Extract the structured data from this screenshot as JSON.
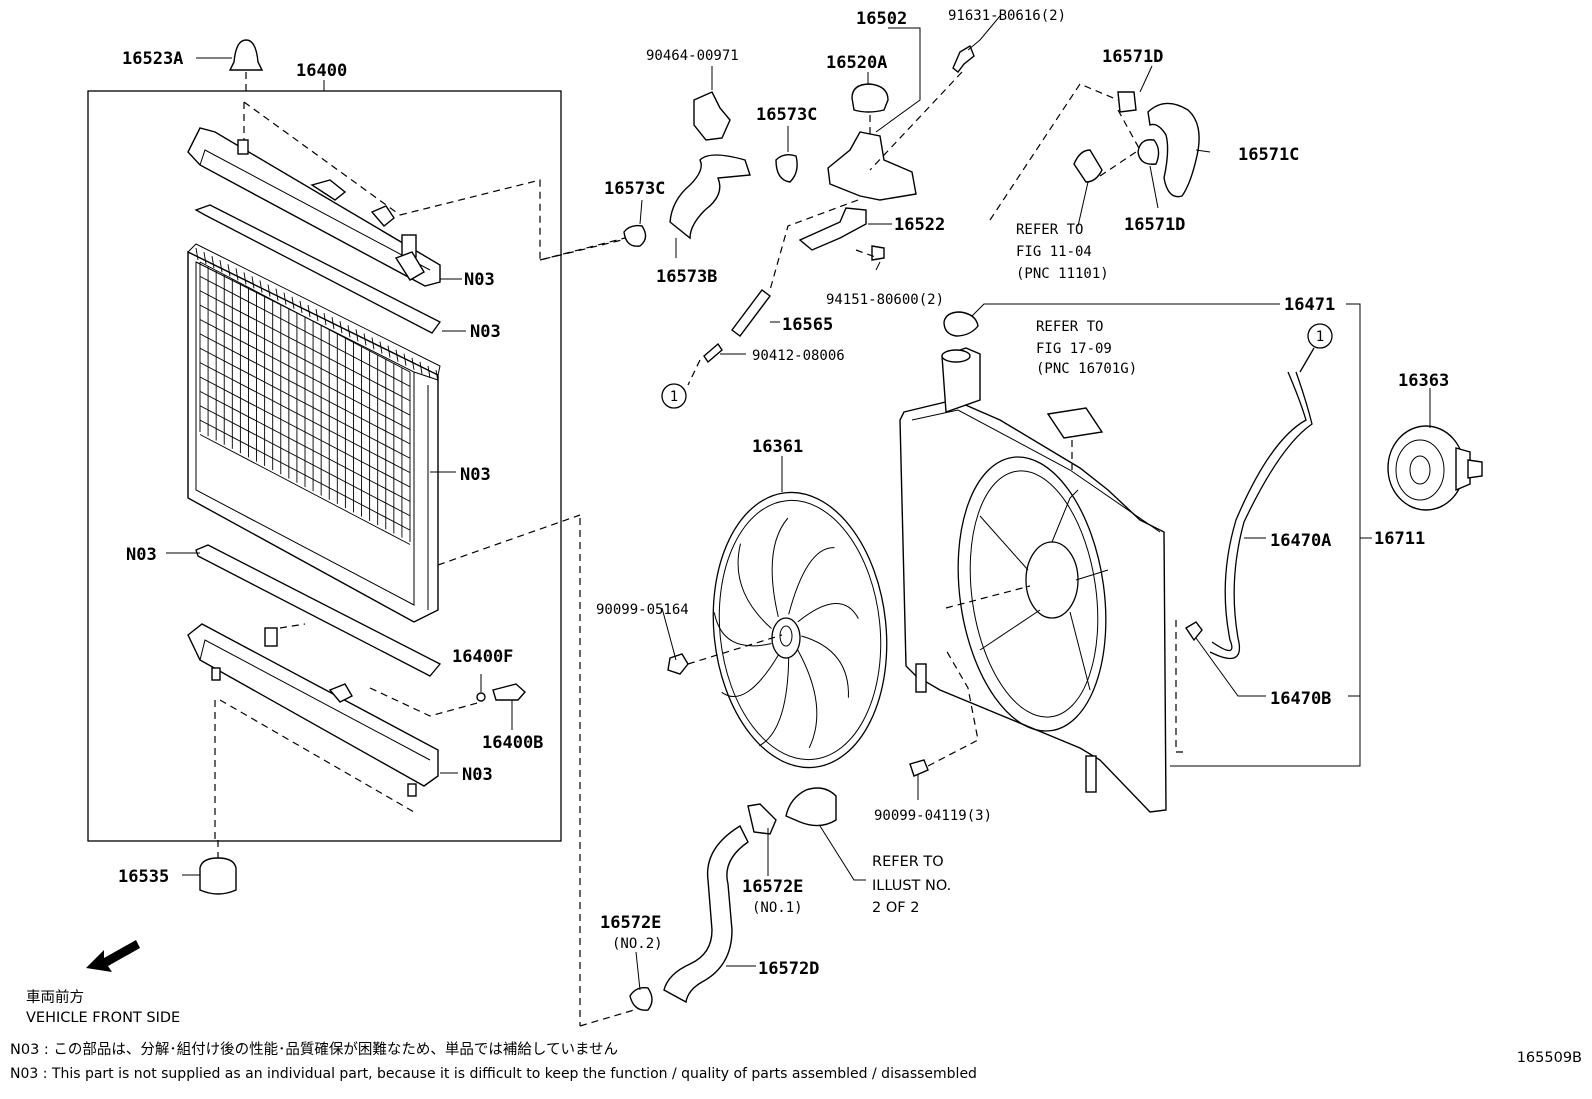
{
  "figure_id": "165509B",
  "labels": {
    "p16523A": "16523A",
    "p16400": "16400",
    "p16502": "16502",
    "p91631": "91631-B0616(2)",
    "p90464": "90464-00971",
    "p16520A": "16520A",
    "p16573C_top": "16573C",
    "p16573C_left": "16573C",
    "p16571D_top": "16571D",
    "p16571C": "16571C",
    "p16571D_bot": "16571D",
    "p16522": "16522",
    "p16573B": "16573B",
    "p94151": "94151-80600(2)",
    "p16565": "16565",
    "p90412": "90412-08006",
    "p16471": "16471",
    "p16363": "16363",
    "p16361": "16361",
    "p90099_05164": "90099-05164",
    "p16470A": "16470A",
    "p16711": "16711",
    "p16470B": "16470B",
    "p16400F": "16400F",
    "p16400B": "16400B",
    "p90099_04119": "90099-04119(3)",
    "p16535": "16535",
    "p16572E_1": "16572E",
    "p16572E_1_sub": "(NO.1)",
    "p16572E_2": "16572E",
    "p16572E_2_sub": "(NO.2)",
    "p16572D": "16572D",
    "n03_1": "N03",
    "n03_2": "N03",
    "n03_3": "N03",
    "n03_4": "N03",
    "n03_5": "N03",
    "ref_index": "1"
  },
  "refer_notes": {
    "fig11": [
      "REFER TO",
      "FIG 11-04",
      "(PNC 11101)"
    ],
    "fig17": [
      "REFER TO",
      "FIG 17-09",
      "(PNC 16701G)"
    ],
    "illust": [
      "REFER TO",
      "ILLUST NO.",
      "2 OF 2"
    ]
  },
  "orientation": {
    "jp": "車両前方",
    "en": "VEHICLE FRONT SIDE"
  },
  "footnotes": {
    "jp": "N03 : この部品は、分解･組付け後の性能･品質確保が困難なため、単品では補給していません",
    "en": "N03 : This part is not supplied as an individual part, because it is difficult to keep the function / quality of parts assembled / disassembled"
  }
}
